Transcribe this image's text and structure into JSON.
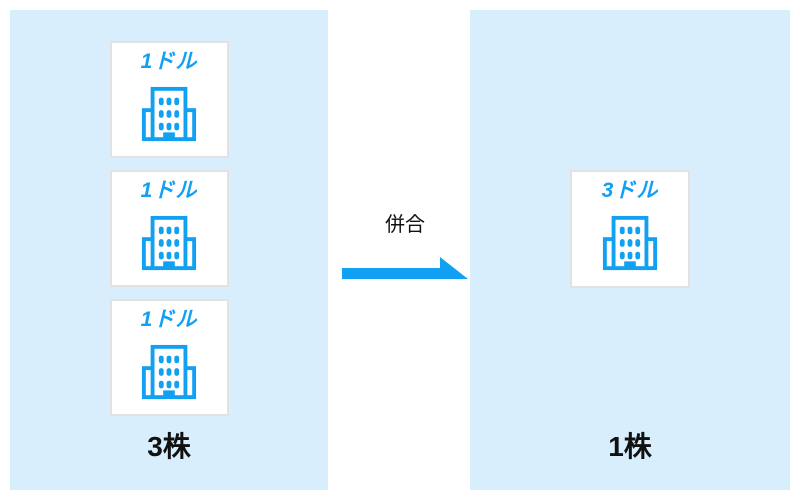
{
  "colors": {
    "accent": "#12A0F2",
    "panel_bg": "#D9EEFC",
    "card_bg": "#FFFFFF",
    "card_border": "#E2E2E2",
    "text": "#111111"
  },
  "before": {
    "cards": [
      {
        "price": "1ドル",
        "icon": "building-icon"
      },
      {
        "price": "1ドル",
        "icon": "building-icon"
      },
      {
        "price": "1ドル",
        "icon": "building-icon"
      }
    ],
    "share_label": "3株"
  },
  "transition": {
    "label": "併合",
    "icon": "right-arrow-icon"
  },
  "after": {
    "cards": [
      {
        "price": "3ドル",
        "icon": "building-icon"
      }
    ],
    "share_label": "1株"
  }
}
